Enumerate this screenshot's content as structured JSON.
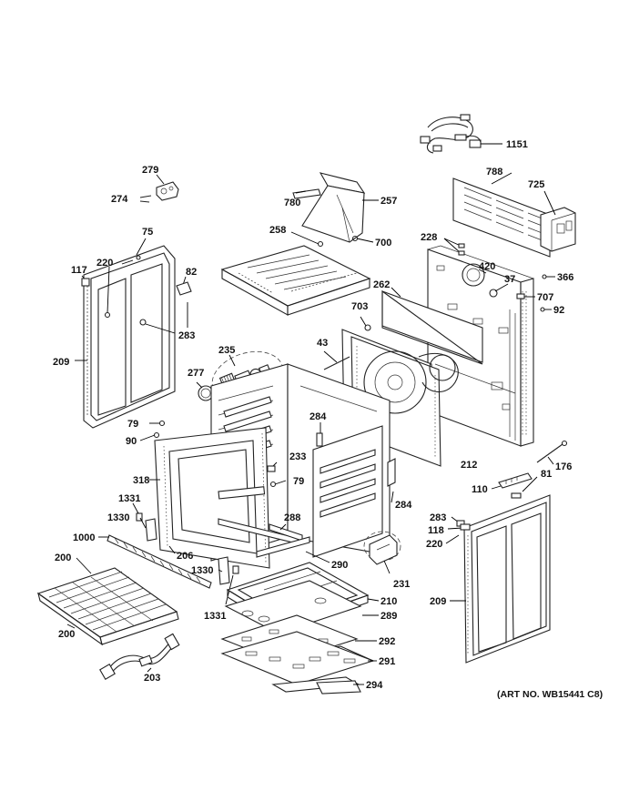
{
  "art_number": "(ART NO. WB15441 C8)",
  "labels": {
    "p1151": "1151",
    "p788": "788",
    "p725": "725",
    "p279": "279",
    "p274": "274",
    "p780": "780",
    "p257": "257",
    "p258": "258",
    "p700": "700",
    "p228": "228",
    "p420": "420",
    "p37": "37",
    "p366": "366",
    "p75": "75",
    "p117": "117",
    "p220a": "220",
    "p82": "82",
    "p262": "262",
    "p707": "707",
    "p92": "92",
    "p703": "703",
    "p283a": "283",
    "p235": "235",
    "p43": "43",
    "p209a": "209",
    "p277": "277",
    "p79a": "79",
    "p90": "90",
    "p284a": "284",
    "p233": "233",
    "p79b": "79",
    "p212": "212",
    "p176": "176",
    "p318": "318",
    "p81": "81",
    "p110": "110",
    "p1331a": "1331",
    "p284b": "284",
    "p1330a": "1330",
    "p288": "288",
    "p283b": "283",
    "p118": "118",
    "p1000": "1000",
    "p220b": "220",
    "p206": "206",
    "p200a": "200",
    "p231": "231",
    "p290": "290",
    "p1330b": "1330",
    "p210": "210",
    "p209b": "209",
    "p289": "289",
    "p1331b": "1331",
    "p200b": "200",
    "p292": "292",
    "p291": "291",
    "p203": "203",
    "p294": "294"
  }
}
